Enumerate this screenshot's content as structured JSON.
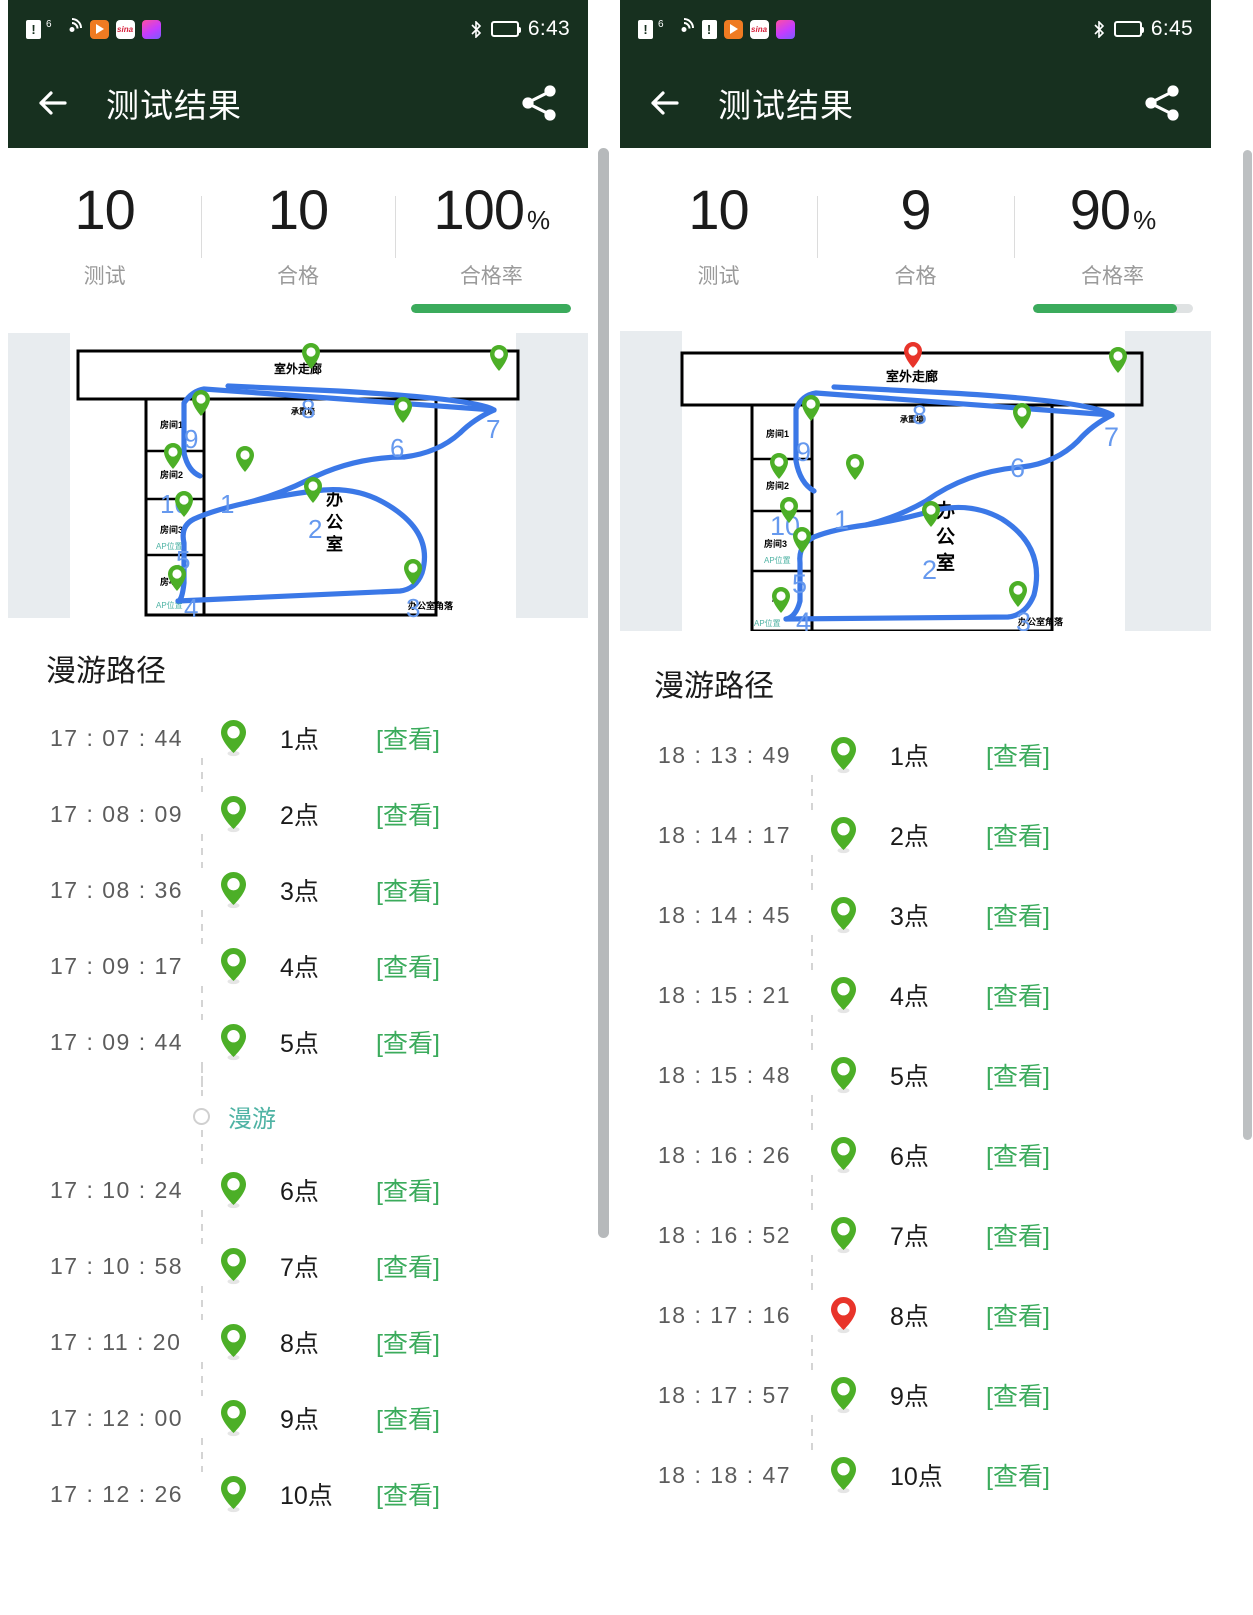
{
  "left": {
    "status_bar": {
      "time": "6:43",
      "icons": [
        "sim-alert-icon",
        "wifi-icon",
        "play-store-icon",
        "sina-icon",
        "gradient-app-icon"
      ],
      "right_icons": [
        "bluetooth-icon",
        "battery-charging-icon"
      ],
      "battery_state": "charging",
      "battery_color": "#ffffff"
    },
    "appbar": {
      "title": "测试结果",
      "back_icon": "back-arrow-icon",
      "share_icon": "share-icon"
    },
    "stats": [
      {
        "value": "10",
        "suffix": "",
        "label": "测试",
        "progress": null
      },
      {
        "value": "10",
        "suffix": "",
        "label": "合格",
        "progress": null
      },
      {
        "value": "100",
        "suffix": "%",
        "label": "合格率",
        "progress": 100
      }
    ],
    "map": {
      "corridor_label": "室外走廊",
      "wall_label": "承重墙",
      "office_label": "办公室",
      "corner_label": "办公室角落",
      "rooms": [
        "房间1",
        "房间2",
        "房间3",
        "房间4"
      ],
      "ap_labels": [
        "AP位置",
        "AP位置"
      ],
      "point_numbers": [
        "1",
        "2",
        "3",
        "4",
        "5",
        "6",
        "7",
        "8",
        "9",
        "10"
      ],
      "marker_color": "#4caf27",
      "path_color": "#3b78e7"
    },
    "section_title": "漫游路径",
    "rows": [
      {
        "time": "17 : 07 : 44",
        "point": "1点",
        "view": "[查看]",
        "pin": "green"
      },
      {
        "time": "17 : 08 : 09",
        "point": "2点",
        "view": "[查看]",
        "pin": "green"
      },
      {
        "time": "17 : 08 : 36",
        "point": "3点",
        "view": "[查看]",
        "pin": "green"
      },
      {
        "time": "17 : 09 : 17",
        "point": "4点",
        "view": "[查看]",
        "pin": "green"
      },
      {
        "time": "17 : 09 : 44",
        "point": "5点",
        "view": "[查看]",
        "pin": "green"
      },
      {
        "roaming": true,
        "label": "漫游"
      },
      {
        "time": "17 : 10 : 24",
        "point": "6点",
        "view": "[查看]",
        "pin": "green"
      },
      {
        "time": "17 : 10 : 58",
        "point": "7点",
        "view": "[查看]",
        "pin": "green"
      },
      {
        "time": "17 : 11 : 20",
        "point": "8点",
        "view": "[查看]",
        "pin": "green"
      },
      {
        "time": "17 : 12 : 00",
        "point": "9点",
        "view": "[查看]",
        "pin": "green"
      },
      {
        "time": "17 : 12 : 26",
        "point": "10点",
        "view": "[查看]",
        "pin": "green"
      }
    ]
  },
  "right": {
    "status_bar": {
      "time": "6:45",
      "icons": [
        "sim-alert-icon",
        "wifi-icon",
        "battery-small-icon",
        "play-store-icon",
        "sina-icon",
        "gradient-app-icon"
      ],
      "right_icons": [
        "bluetooth-icon",
        "battery-icon"
      ],
      "battery_state": "low",
      "battery_color": "#f39c12"
    },
    "appbar": {
      "title": "测试结果",
      "back_icon": "back-arrow-icon",
      "share_icon": "share-icon"
    },
    "stats": [
      {
        "value": "10",
        "suffix": "",
        "label": "测试",
        "progress": null
      },
      {
        "value": "9",
        "suffix": "",
        "label": "合格",
        "progress": null
      },
      {
        "value": "90",
        "suffix": "%",
        "label": "合格率",
        "progress": 90
      }
    ],
    "map": {
      "corridor_label": "室外走廊",
      "wall_label": "承重墙",
      "office_label": "办公室",
      "corner_label": "办公室角落",
      "rooms": [
        "房间1",
        "房间2",
        "房间3",
        "房间4"
      ],
      "ap_labels": [
        "AP位置",
        "AP位置"
      ],
      "point_numbers": [
        "1",
        "2",
        "3",
        "4",
        "5",
        "6",
        "7",
        "8",
        "9",
        "10"
      ],
      "marker_color": "#4caf27",
      "fail_marker_color": "#e8342a",
      "path_color": "#3b78e7"
    },
    "section_title": "漫游路径",
    "rows": [
      {
        "time": "18 : 13 : 49",
        "point": "1点",
        "view": "[查看]",
        "pin": "green"
      },
      {
        "time": "18 : 14 : 17",
        "point": "2点",
        "view": "[查看]",
        "pin": "green"
      },
      {
        "time": "18 : 14 : 45",
        "point": "3点",
        "view": "[查看]",
        "pin": "green"
      },
      {
        "time": "18 : 15 : 21",
        "point": "4点",
        "view": "[查看]",
        "pin": "green"
      },
      {
        "time": "18 : 15 : 48",
        "point": "5点",
        "view": "[查看]",
        "pin": "green"
      },
      {
        "time": "18 : 16 : 26",
        "point": "6点",
        "view": "[查看]",
        "pin": "green"
      },
      {
        "time": "18 : 16 : 52",
        "point": "7点",
        "view": "[查看]",
        "pin": "green"
      },
      {
        "time": "18 : 17 : 16",
        "point": "8点",
        "view": "[查看]",
        "pin": "red"
      },
      {
        "time": "18 : 17 : 57",
        "point": "9点",
        "view": "[查看]",
        "pin": "green"
      },
      {
        "time": "18 : 18 : 47",
        "point": "10点",
        "view": "[查看]",
        "pin": "green"
      }
    ]
  }
}
